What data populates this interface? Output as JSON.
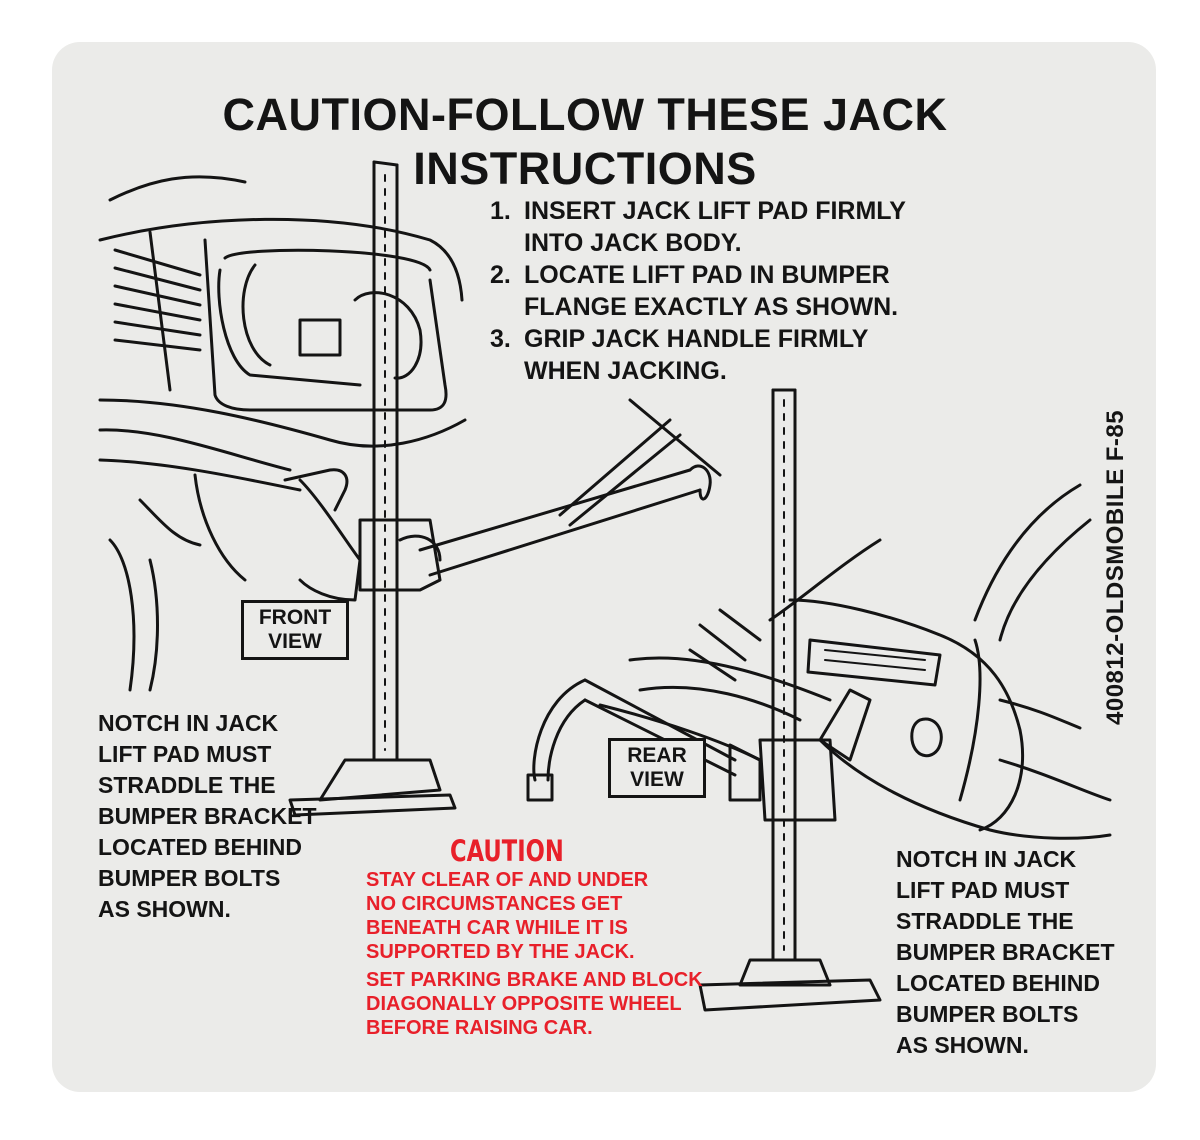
{
  "title": "CAUTION-FOLLOW THESE JACK INSTRUCTIONS",
  "steps": [
    {
      "num": "1.",
      "text": "INSERT JACK LIFT PAD FIRMLY INTO JACK BODY."
    },
    {
      "num": "2.",
      "text": "LOCATE LIFT PAD IN BUMPER FLANGE EXACTLY AS SHOWN."
    },
    {
      "num": "3.",
      "text": "GRIP JACK HANDLE FIRMLY WHEN JACKING."
    }
  ],
  "front_view_label": "FRONT\nVIEW",
  "rear_view_label": "REAR\nVIEW",
  "part_number": "400812-OLDSMOBILE F-85",
  "note_left": "NOTCH IN JACK\nLIFT PAD MUST\nSTRADDLE THE\nBUMPER BRACKET\nLOCATED BEHIND\nBUMPER BOLTS\nAS SHOWN.",
  "note_right": "NOTCH IN JACK\nLIFT PAD MUST\nSTRADDLE THE\nBUMPER BRACKET\nLOCATED BEHIND\nBUMPER BOLTS\nAS SHOWN.",
  "caution": {
    "heading": "CAUTION",
    "text1": "STAY CLEAR OF AND UNDER\nNO CIRCUMSTANCES GET\nBENEATH CAR WHILE IT IS\nSUPPORTED BY THE JACK.",
    "text2": "SET PARKING BRAKE AND BLOCK\nDIAGONALLY OPPOSITE WHEEL\nBEFORE RAISING CAR."
  },
  "colors": {
    "decal_bg": "#ebebe9",
    "ink": "#141414",
    "caution_red": "#e8202a"
  }
}
